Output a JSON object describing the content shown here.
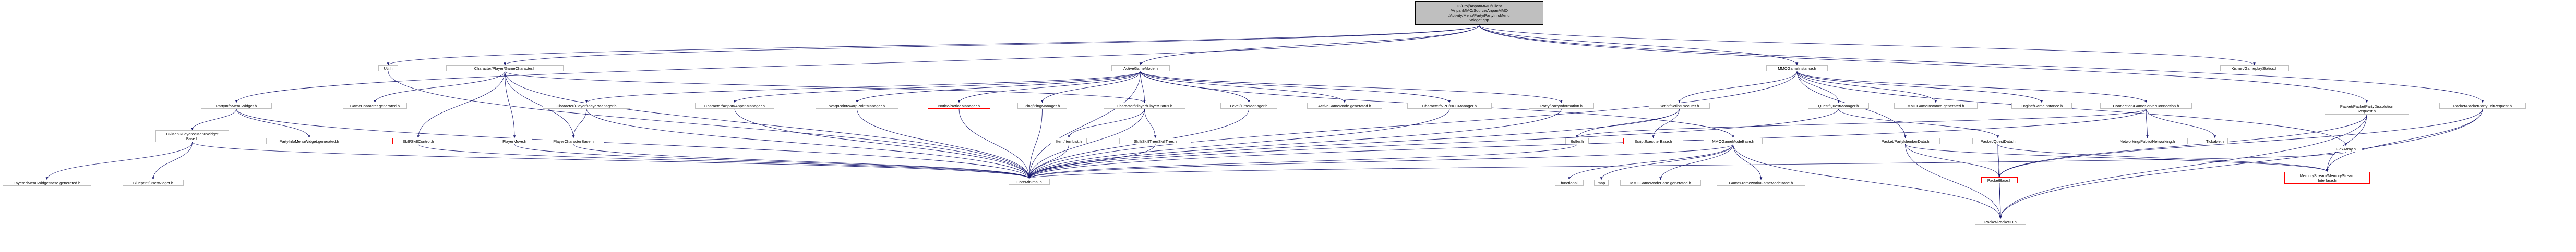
{
  "graph": {
    "root": {
      "label": "D:/Proj/AnpanMMO/Client\n/AnpanMMO/Source/AnpanMMO\n/Activity/Menu/Party/PartyInfoMenu\nWidget.cpp"
    },
    "nodes": [
      {
        "id": "util",
        "label": "Util.h",
        "style": "plain"
      },
      {
        "id": "gamechar",
        "label": "Character/Player/GameCharacter.h",
        "style": "plain"
      },
      {
        "id": "activegm",
        "label": "ActiveGameMode.h",
        "style": "plain"
      },
      {
        "id": "mmoinst",
        "label": "MMOGameInstance.h",
        "style": "plain"
      },
      {
        "id": "kismet",
        "label": "Kismet/GameplayStatics.h",
        "style": "plain"
      },
      {
        "id": "partyinfo",
        "label": "PartyInfoMenuWidget.h",
        "style": "plain"
      },
      {
        "id": "gamechargen",
        "label": "GameCharacter.generated.h",
        "style": "plain"
      },
      {
        "id": "playermgr",
        "label": "Character/Player/PlayerManager.h",
        "style": "plain"
      },
      {
        "id": "anpanmgr",
        "label": "Character/Anpan/AnpanManager.h",
        "style": "plain"
      },
      {
        "id": "warpmgr",
        "label": "WarpPoint/WarpPointManager.h",
        "style": "plain"
      },
      {
        "id": "noticemgr",
        "label": "Notice/NoticeManager.h",
        "style": "red"
      },
      {
        "id": "pingmgr",
        "label": "Ping/PingManager.h",
        "style": "plain"
      },
      {
        "id": "playerstatus",
        "label": "Character/Player/PlayerStatus.h",
        "style": "plain"
      },
      {
        "id": "leveltime",
        "label": "Level/TimeManager.h",
        "style": "plain"
      },
      {
        "id": "activegmgen",
        "label": "ActiveGameMode.generated.h",
        "style": "plain"
      },
      {
        "id": "npcmgr",
        "label": "Character/NPC/NPCManager.h",
        "style": "plain"
      },
      {
        "id": "partyinfomation",
        "label": "Party/PartyInformation.h",
        "style": "plain"
      },
      {
        "id": "scriptexec",
        "label": "Script/ScriptExecuter.h",
        "style": "plain"
      },
      {
        "id": "questmgr",
        "label": "Quest/QuestManager.h",
        "style": "plain"
      },
      {
        "id": "mmoinstgen",
        "label": "MMOGameInstance.generated.h",
        "style": "plain"
      },
      {
        "id": "enginegi",
        "label": "Engine/GameInstance.h",
        "style": "plain"
      },
      {
        "id": "gameservconn",
        "label": "Connection/GameServerConnection.h",
        "style": "plain"
      },
      {
        "id": "packetdissolve",
        "label": "Packet/PacketPartyDissolution\nRequest.h",
        "style": "plain"
      },
      {
        "id": "packetexit",
        "label": "Packet/PacketPartyExitRequest.h",
        "style": "plain"
      },
      {
        "id": "layeredbase",
        "label": "UI/Menu/LayeredMenuWidget\nBase.h",
        "style": "plain"
      },
      {
        "id": "partyinfogen",
        "label": "PartyInfoMenuWidget.generated.h",
        "style": "plain"
      },
      {
        "id": "skillcontrol",
        "label": "Skill/SkillControl.h",
        "style": "red"
      },
      {
        "id": "playermove",
        "label": "PlayerMove.h",
        "style": "plain"
      },
      {
        "id": "playercharbase",
        "label": "PlayerCharacterBase.h",
        "style": "red"
      },
      {
        "id": "itemlist",
        "label": "Item/ItemList.h",
        "style": "plain"
      },
      {
        "id": "skilltree",
        "label": "Skill/SkillTree/SkillTree.h",
        "style": "plain"
      },
      {
        "id": "mmogmbase",
        "label": "MMOGameModeBase.h",
        "style": "plain"
      },
      {
        "id": "scriptexecbase",
        "label": "ScriptExecuterBase.h",
        "style": "red"
      },
      {
        "id": "buffer",
        "label": "Buffer.h",
        "style": "plain"
      },
      {
        "id": "partymember",
        "label": "Packet/PartyMemberData.h",
        "style": "plain"
      },
      {
        "id": "questdata",
        "label": "Packet/QuestData.h",
        "style": "plain"
      },
      {
        "id": "networking",
        "label": "Networking/Public/Networking.h",
        "style": "plain"
      },
      {
        "id": "tickable",
        "label": "Tickable.h",
        "style": "plain"
      },
      {
        "id": "flexarray",
        "label": "FlexArray.h",
        "style": "plain"
      },
      {
        "id": "layeredgen",
        "label": "LayeredMenuWidgetBase.generated.h",
        "style": "plain"
      },
      {
        "id": "bpuserwidget",
        "label": "Blueprint/UserWidget.h",
        "style": "plain"
      },
      {
        "id": "coreminimal",
        "label": "CoreMinimal.h",
        "style": "plain"
      },
      {
        "id": "functional",
        "label": "functional",
        "style": "plain"
      },
      {
        "id": "map",
        "label": "map",
        "style": "plain"
      },
      {
        "id": "mmogmbasegen",
        "label": "MMOGameModeBase.generated.h",
        "style": "plain"
      },
      {
        "id": "gfgmbase",
        "label": "GameFramework/GameModeBase.h",
        "style": "plain"
      },
      {
        "id": "packetbase",
        "label": "PacketBase.h",
        "style": "red"
      },
      {
        "id": "memstream",
        "label": "MemoryStream/MemoryStream\nInterface.h",
        "style": "red"
      },
      {
        "id": "packetid",
        "label": "Packet/PacketID.h",
        "style": "plain"
      }
    ],
    "edges": [
      [
        "root",
        "util"
      ],
      [
        "root",
        "gamechar"
      ],
      [
        "root",
        "activegm"
      ],
      [
        "root",
        "mmoinst"
      ],
      [
        "root",
        "kismet"
      ],
      [
        "root",
        "partyinfo"
      ],
      [
        "root",
        "packetdissolve"
      ],
      [
        "root",
        "packetexit"
      ],
      [
        "util",
        "coreminimal"
      ],
      [
        "gamechar",
        "gamechargen"
      ],
      [
        "gamechar",
        "skillcontrol"
      ],
      [
        "gamechar",
        "playermove"
      ],
      [
        "gamechar",
        "playercharbase"
      ],
      [
        "gamechar",
        "coreminimal"
      ],
      [
        "gamechar",
        "playerstatus"
      ],
      [
        "activegm",
        "playermgr"
      ],
      [
        "activegm",
        "anpanmgr"
      ],
      [
        "activegm",
        "warpmgr"
      ],
      [
        "activegm",
        "noticemgr"
      ],
      [
        "activegm",
        "pingmgr"
      ],
      [
        "activegm",
        "playerstatus"
      ],
      [
        "activegm",
        "leveltime"
      ],
      [
        "activegm",
        "activegmgen"
      ],
      [
        "activegm",
        "npcmgr"
      ],
      [
        "activegm",
        "partyinfomation"
      ],
      [
        "activegm",
        "mmogmbase"
      ],
      [
        "activegm",
        "coreminimal"
      ],
      [
        "mmoinst",
        "scriptexec"
      ],
      [
        "mmoinst",
        "questmgr"
      ],
      [
        "mmoinst",
        "mmoinstgen"
      ],
      [
        "mmoinst",
        "enginegi"
      ],
      [
        "mmoinst",
        "gameservconn"
      ],
      [
        "mmoinst",
        "flexarray"
      ],
      [
        "mmoinst",
        "coreminimal"
      ],
      [
        "partyinfo",
        "layeredbase"
      ],
      [
        "partyinfo",
        "partyinfogen"
      ],
      [
        "partyinfo",
        "coreminimal"
      ],
      [
        "layeredbase",
        "layeredgen"
      ],
      [
        "layeredbase",
        "bpuserwidget"
      ],
      [
        "layeredbase",
        "coreminimal"
      ],
      [
        "playermgr",
        "playercharbase"
      ],
      [
        "playermgr",
        "coreminimal"
      ],
      [
        "anpanmgr",
        "coreminimal"
      ],
      [
        "warpmgr",
        "coreminimal"
      ],
      [
        "noticemgr",
        "coreminimal"
      ],
      [
        "pingmgr",
        "coreminimal"
      ],
      [
        "playerstatus",
        "itemlist"
      ],
      [
        "playerstatus",
        "skilltree"
      ],
      [
        "playerstatus",
        "coreminimal"
      ],
      [
        "leveltime",
        "coreminimal"
      ],
      [
        "npcmgr",
        "coreminimal"
      ],
      [
        "partyinfomation",
        "coreminimal"
      ],
      [
        "itemlist",
        "coreminimal"
      ],
      [
        "skilltree",
        "coreminimal"
      ],
      [
        "playermove",
        "coreminimal"
      ],
      [
        "playercharbase",
        "coreminimal"
      ],
      [
        "skillcontrol",
        "coreminimal"
      ],
      [
        "scriptexec",
        "scriptexecbase"
      ],
      [
        "scriptexec",
        "buffer"
      ],
      [
        "scriptexec",
        "coreminimal"
      ],
      [
        "questmgr",
        "questdata"
      ],
      [
        "questmgr",
        "coreminimal"
      ],
      [
        "gameservconn",
        "networking"
      ],
      [
        "gameservconn",
        "tickable"
      ],
      [
        "gameservconn",
        "buffer"
      ],
      [
        "gameservconn",
        "coreminimal"
      ],
      [
        "buffer",
        "coreminimal"
      ],
      [
        "mmogmbase",
        "coreminimal"
      ],
      [
        "mmogmbase",
        "functional"
      ],
      [
        "mmogmbase",
        "map"
      ],
      [
        "mmogmbase",
        "mmogmbasegen"
      ],
      [
        "mmogmbase",
        "gfgmbase"
      ],
      [
        "mmogmbase",
        "packetid"
      ],
      [
        "partymember",
        "packetbase"
      ],
      [
        "partymember",
        "memstream"
      ],
      [
        "partymember",
        "packetid"
      ],
      [
        "questdata",
        "packetbase"
      ],
      [
        "questdata",
        "memstream"
      ],
      [
        "questdata",
        "packetid"
      ],
      [
        "packetdissolve",
        "packetbase"
      ],
      [
        "packetdissolve",
        "memstream"
      ],
      [
        "packetdissolve",
        "packetid"
      ],
      [
        "packetexit",
        "packetbase"
      ],
      [
        "packetexit",
        "memstream"
      ],
      [
        "packetexit",
        "packetid"
      ],
      [
        "packetbase",
        "packetid"
      ],
      [
        "flexarray",
        "coreminimal"
      ],
      [
        "mmoinst",
        "partymember"
      ]
    ]
  }
}
